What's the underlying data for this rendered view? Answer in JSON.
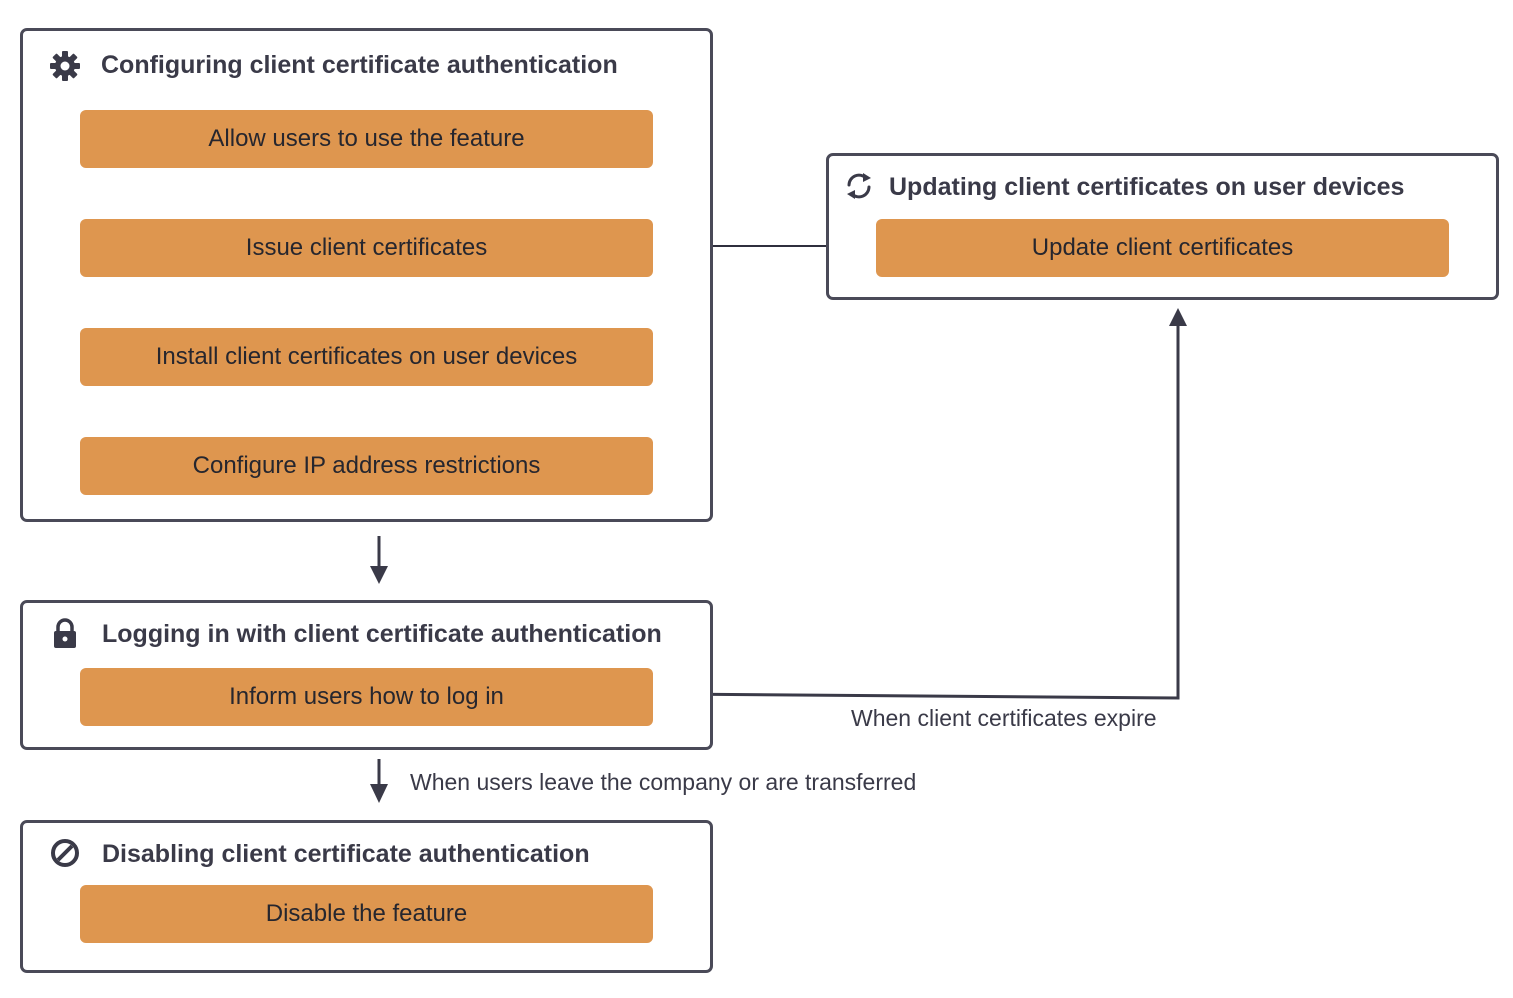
{
  "sections": {
    "configuring": {
      "title": "Configuring client certificate authentication",
      "icon": "gear-icon",
      "steps": [
        "Allow users to use the feature",
        "Issue client certificates",
        "Install client certificates on user devices",
        "Configure IP address restrictions"
      ]
    },
    "updating": {
      "title": "Updating client certificates on user devices",
      "icon": "refresh-icon",
      "steps": [
        "Update client certificates"
      ]
    },
    "logging_in": {
      "title": "Logging in with client certificate authentication",
      "icon": "lock-icon",
      "steps": [
        "Inform users how to log in"
      ]
    },
    "disabling": {
      "title": "Disabling client certificate authentication",
      "icon": "prohibited-icon",
      "steps": [
        "Disable the feature"
      ]
    }
  },
  "edges": {
    "expire_label": "When client certificates expire",
    "leave_label": "When users leave the company or are transferred"
  },
  "colors": {
    "step_fill": "#de964f",
    "border": "#4a4a58",
    "text": "#3a3a48"
  }
}
